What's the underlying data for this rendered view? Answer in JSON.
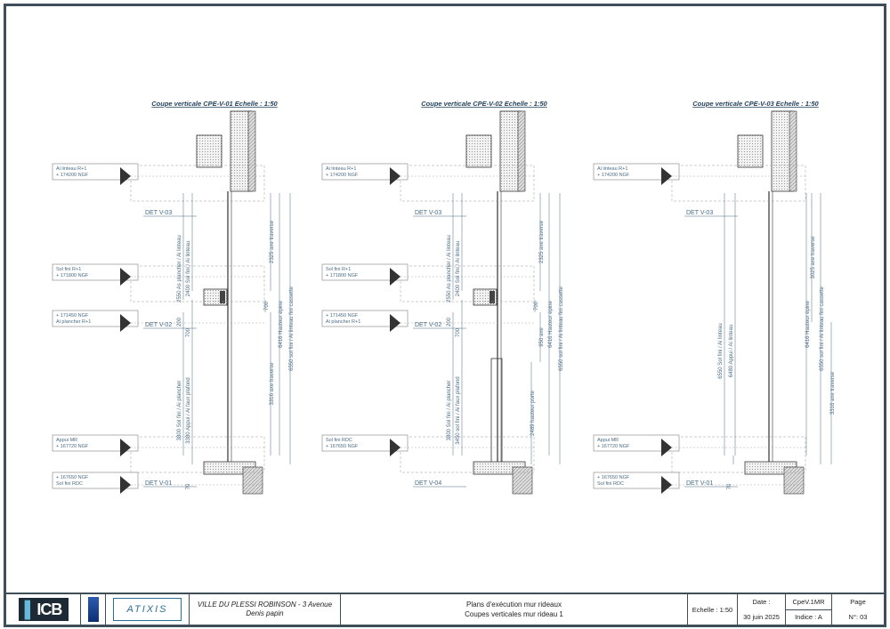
{
  "sheet": {
    "sections": [
      {
        "title": "Coupe verticale CPE-V-01 Echelle : 1:50",
        "level_labels": [
          [
            "Ai linteau R+1",
            "+ 174200 NGF"
          ],
          [
            "Sol fini R+1",
            "+ 171800 NGF"
          ],
          [
            "+ 171450 NGF",
            "Ai plancher R+1"
          ],
          [
            "Appui MR",
            "+ 167720 NGF"
          ],
          [
            "+ 167650 NGF",
            "Sol fini RDC"
          ]
        ],
        "details": [
          "DET V-03",
          "DET V-02",
          "DET V-01"
        ],
        "dims_left": [
          "2550 As plancher / Ai linteau",
          "2400 Sol fini / Ai linteau",
          "200",
          "700",
          "3800 Sol fini / Ai plancher",
          "3380 Appui / Ai faux plafond",
          "70"
        ],
        "dims_right": [
          "2325 axe traverse",
          "700",
          "6416 Hauteur épine",
          "6550 sol fini / Ai linteau fini cassette",
          "3316 axe traverse"
        ]
      },
      {
        "title": "Coupe verticale CPE-V-02 Echelle : 1:50",
        "level_labels": [
          [
            "Ai linteau R+1",
            "+ 174200 NGF"
          ],
          [
            "Sol fini R+1",
            "+ 171800 NGF"
          ],
          [
            "+ 171450 NGF",
            "Ai plancher R+1"
          ],
          [
            "Sol fini RDC",
            "+ 167650 NGF"
          ]
        ],
        "details": [
          "DET V-03",
          "DET V-02",
          "DET V-04"
        ],
        "dims_left": [
          "2550 As plancher / Ai linteau",
          "2400 Sol fini / Ai linteau",
          "200",
          "700",
          "3800 Sol fini / Ai plancher",
          "3450 sol fini / Ai faux plafond"
        ],
        "dims_right": [
          "2325 axe traverse",
          "700",
          "950 axe",
          "6416 Hauteur épine",
          "6550 sol fini / Ai linteau fini cassette",
          "2489 hauteur porte"
        ]
      },
      {
        "title": "Coupe verticale CPE-V-03 Echelle : 1:50",
        "level_labels": [
          [
            "Ai linteau R+1",
            "+ 174200 NGF"
          ],
          [
            "Appui MR",
            "+ 167720 NGF"
          ],
          [
            "+ 167650 NGF",
            "Sol fini RDC"
          ]
        ],
        "details": [
          "DET V-03",
          "DET V-01"
        ],
        "dims_left": [
          "6550 Sol fini / Ai linteau",
          "6480 Appui / Ai linteau",
          "70"
        ],
        "dims_right": [
          "3025 axe traverse",
          "6416 Hauteur épine",
          "6550 sol fini / Ai linteau fini cassette",
          "3316 axe traverse"
        ]
      }
    ]
  },
  "titlebar": {
    "logo_icb": "ICB",
    "logo_atixis": "ATIXIS",
    "project_line1": "VILLE DU PLESSI ROBINSON - 3 Avenue",
    "project_line2": "Denis papin",
    "plans_line1": "Plans d'exécution mur rideaux",
    "plans_line2": "Coupes verticales mur rideau 1",
    "echelle": "Echelle : 1:50",
    "date_label": "Date :",
    "date_value": "30 juin 2025",
    "code": "CpeV.1MR",
    "indice": "Indice : A",
    "page_label": "Page",
    "page_value": "N°: 03"
  },
  "colors": {
    "frame": "#3e4f5a",
    "line": "#333333",
    "dim": "#4a6b86",
    "hatch": "#b0b0b0"
  }
}
